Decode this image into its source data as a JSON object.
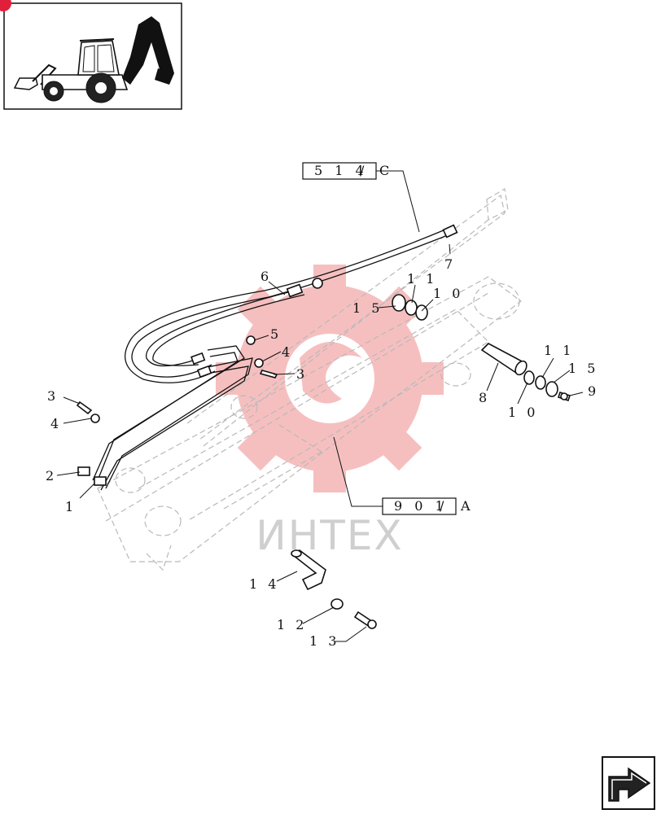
{
  "thumbnail": {
    "icon": "backhoe-loader-icon"
  },
  "watermark": {
    "text": "ИНТЕХ",
    "color": "#f5b5b5"
  },
  "ref_boxes": [
    {
      "label": "5 1 4",
      "suffix": "C"
    },
    {
      "label": "9 0 1",
      "suffix": "A"
    }
  ],
  "callouts": {
    "p1": "1",
    "p2": "2",
    "p3a": "3",
    "p3b": "3",
    "p4a": "4",
    "p4b": "4",
    "p5": "5",
    "p6": "6",
    "p7": "7",
    "p8": "8",
    "p9": "9",
    "p10a": "1 0",
    "p10b": "1 0",
    "p11a": "1 1",
    "p11b": "1 1",
    "p12": "1 2",
    "p13": "1 3",
    "p14": "1 4",
    "p15a": "1 5",
    "p15b": "1 5"
  },
  "nav": {
    "icon": "next-page-arrow-icon"
  }
}
